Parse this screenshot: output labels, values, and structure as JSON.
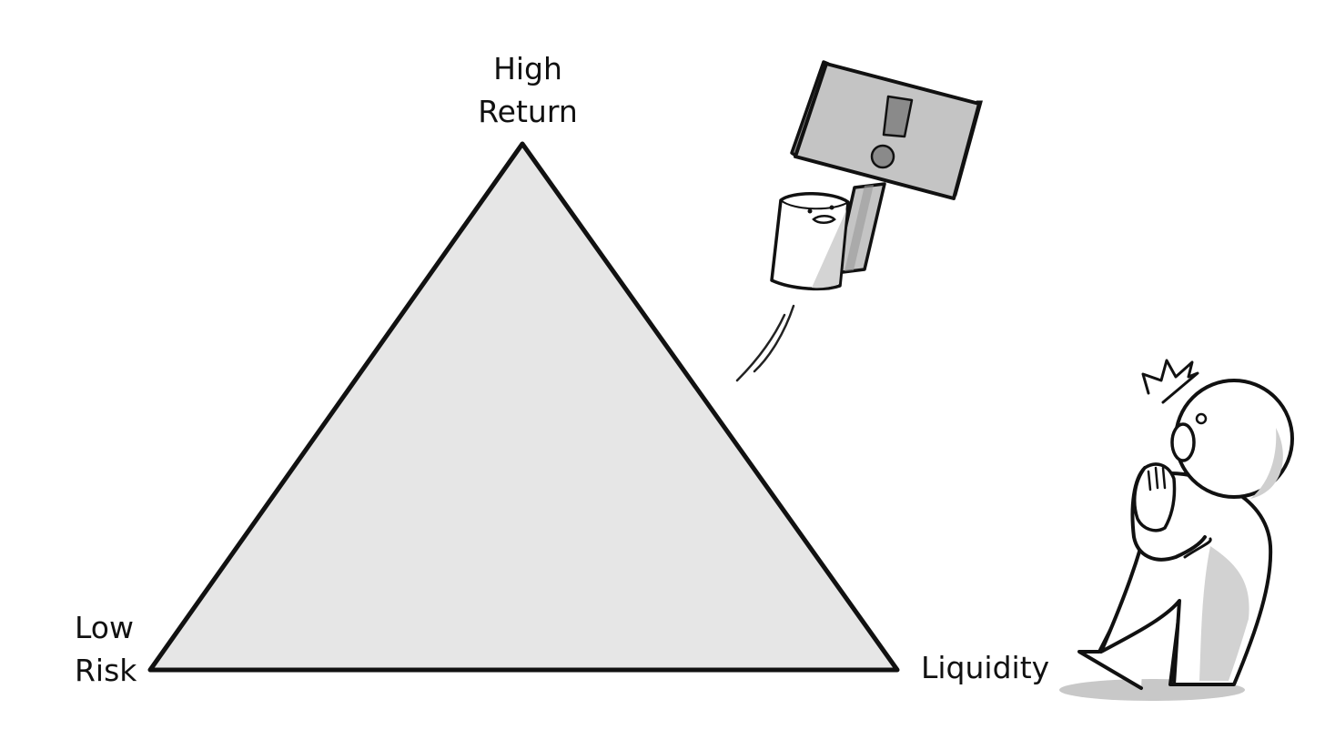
{
  "diagram": {
    "vertices": {
      "top": {
        "lines": [
          "High",
          "Return"
        ]
      },
      "left": {
        "lines": [
          "Low",
          "Risk"
        ]
      },
      "right": {
        "lines": [
          "Liquidity"
        ]
      }
    }
  },
  "colors": {
    "triangle_fill": "#e6e6e6",
    "ink": "#111111",
    "sign_fill": "#c4c4c4",
    "exclamation": "#8a8a8a",
    "shadow": "#c8c8c8"
  },
  "icons": {
    "sign": "exclamation-sign-icon",
    "creature": "marshmallow-creature-icon",
    "person": "surprised-person-icon"
  }
}
